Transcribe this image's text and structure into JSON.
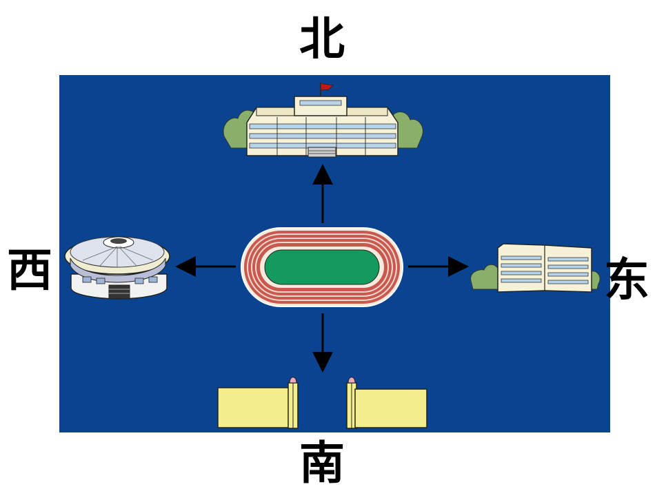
{
  "directions": {
    "north": "北",
    "south": "南",
    "east": "东",
    "west": "西"
  },
  "colors": {
    "board": "#0a4490",
    "track": "#c8594f",
    "field": "#159a5e",
    "gate": "#f4ee8c",
    "building": "#f6f2d8",
    "windows": "#b9d4ea",
    "trees": "#88b06a",
    "flag": "#c01818"
  },
  "icons": {
    "center": "running-track-icon",
    "north": "school-building-icon",
    "east": "dormitory-building-icon",
    "west": "stadium-icon",
    "south": "school-gate-icon"
  }
}
